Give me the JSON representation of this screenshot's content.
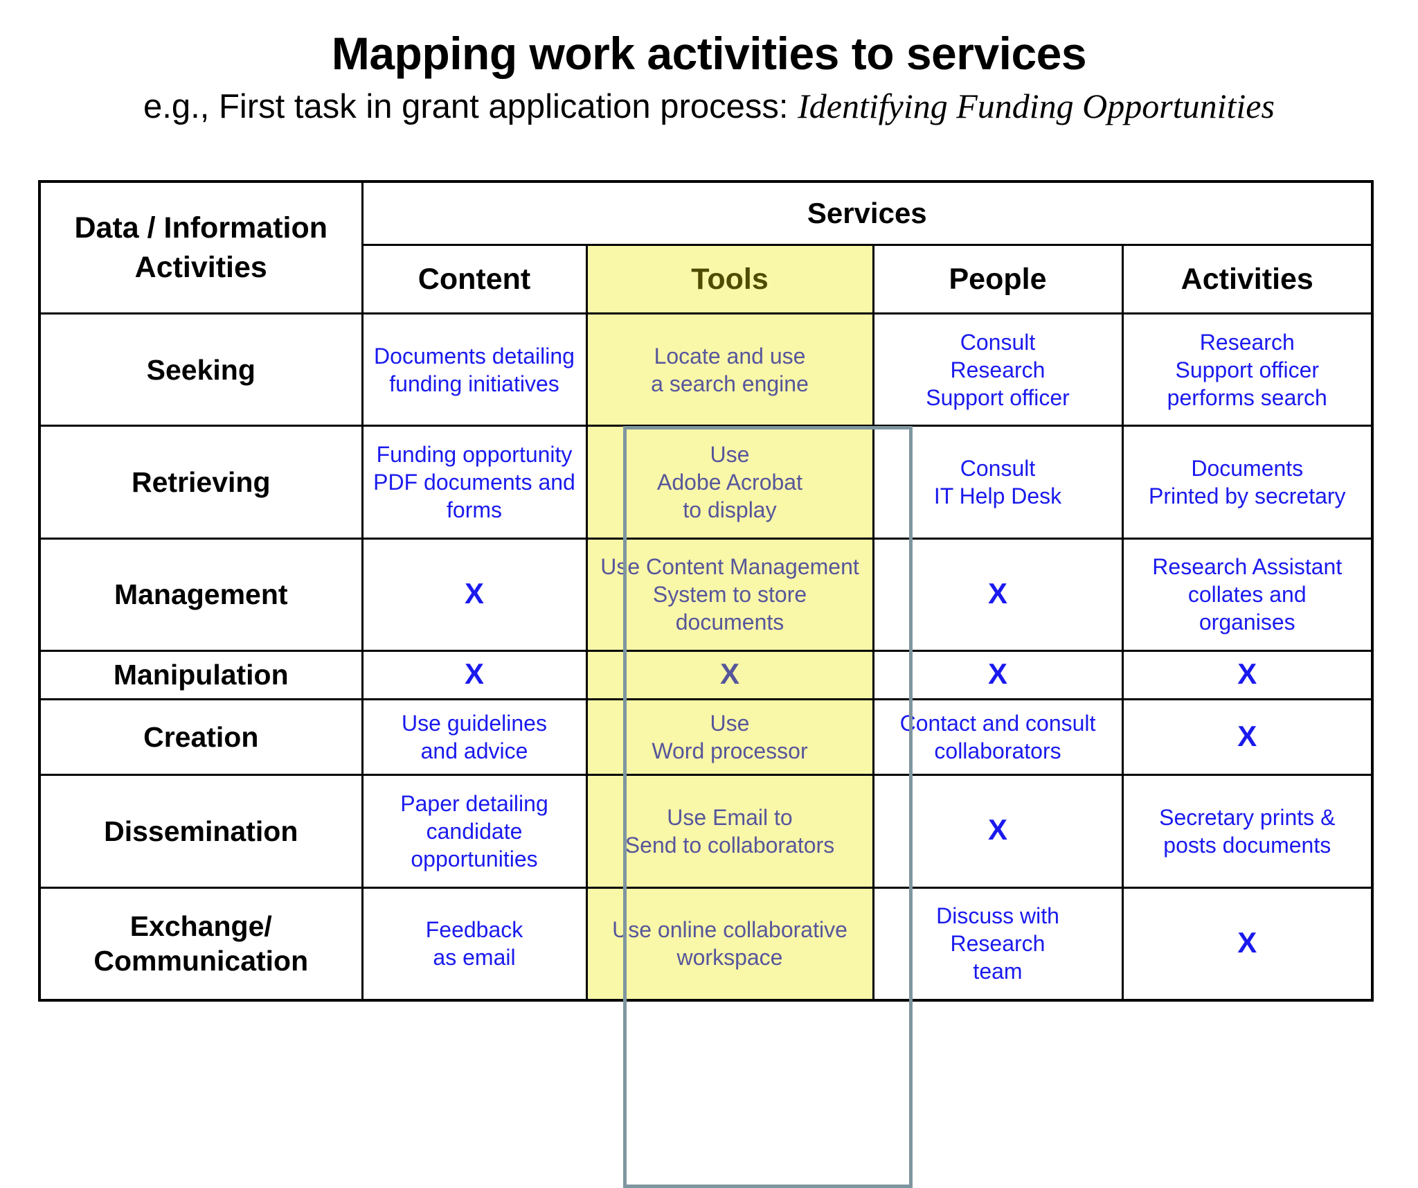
{
  "title": {
    "main": "Mapping work activities to services",
    "sub_prefix": "e.g., First task in grant application process:",
    "sub_emphasis": "Identifying Funding Opportunities"
  },
  "colors": {
    "body_text": "#1A1AEE",
    "tools_text": "#56569B",
    "tools_header_text": "#4F4C00",
    "tools_background": "#F9F7A8",
    "tools_outline": "#7E96A0",
    "grid": "#000000"
  },
  "table": {
    "corner_header_line1": "Data / Information",
    "corner_header_line2": "Activities",
    "group_header": "Services",
    "columns": [
      {
        "key": "content",
        "label": "Content",
        "highlight": false
      },
      {
        "key": "tools",
        "label": "Tools",
        "highlight": true
      },
      {
        "key": "people",
        "label": "People",
        "highlight": false
      },
      {
        "key": "activities",
        "label": "Activities",
        "highlight": false
      }
    ],
    "rows": [
      {
        "label": "Seeking",
        "label_line2": "",
        "content": [
          "Documents detailing",
          "funding initiatives"
        ],
        "tools": [
          "Locate and use",
          "a search engine"
        ],
        "people": [
          "Consult",
          "Research",
          "Support officer"
        ],
        "activities": [
          "Research",
          "Support officer",
          "performs search"
        ]
      },
      {
        "label": "Retrieving",
        "label_line2": "",
        "content": [
          "Funding opportunity",
          "PDF documents and",
          "forms"
        ],
        "tools": [
          "Use",
          "Adobe Acrobat",
          "to display"
        ],
        "people": [
          "Consult",
          "IT Help Desk"
        ],
        "activities": [
          "Documents",
          "Printed by secretary"
        ]
      },
      {
        "label": "Management",
        "label_line2": "",
        "content": [
          "X"
        ],
        "tools": [
          "Use Content Management",
          "System to store",
          "documents"
        ],
        "people": [
          "X"
        ],
        "activities": [
          "Research Assistant",
          "collates and",
          "organises"
        ]
      },
      {
        "label": "Manipulation",
        "label_line2": "",
        "content": [
          "X"
        ],
        "tools": [
          "X"
        ],
        "people": [
          "X"
        ],
        "activities": [
          "X"
        ]
      },
      {
        "label": "Creation",
        "label_line2": "",
        "content": [
          "Use guidelines",
          "and advice"
        ],
        "tools": [
          "Use",
          "Word processor"
        ],
        "people": [
          "Contact and consult",
          "collaborators"
        ],
        "activities": [
          "X"
        ]
      },
      {
        "label": "Dissemination",
        "label_line2": "",
        "content": [
          "Paper detailing",
          "candidate",
          "opportunities"
        ],
        "tools": [
          "Use Email to",
          "Send to collaborators"
        ],
        "people": [
          "X"
        ],
        "activities": [
          "Secretary prints &",
          "posts documents"
        ]
      },
      {
        "label": "Exchange/",
        "label_line2": "Communication",
        "content": [
          "Feedback",
          "as email"
        ],
        "tools": [
          "Use online collaborative",
          "workspace"
        ],
        "people": [
          "Discuss with",
          "Research",
          "team"
        ],
        "activities": [
          "X"
        ]
      }
    ]
  }
}
